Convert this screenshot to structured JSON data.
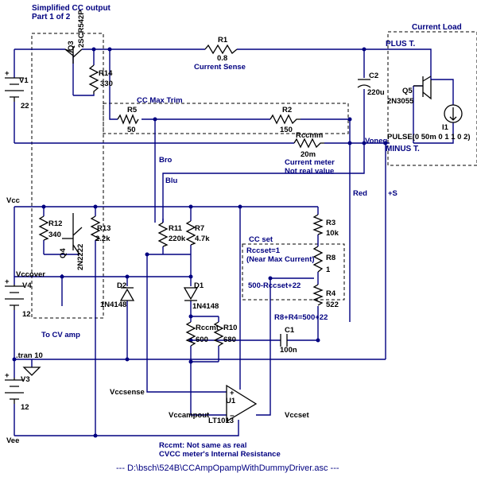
{
  "title": {
    "line1": "Simplified CC output",
    "line2": "Part 1 of 2"
  },
  "current_load": "Current Load",
  "plus_t": "PLUS T.",
  "minus_t": "MINUS T.",
  "voneg": "Voneg",
  "components": {
    "r1": {
      "name": "R1",
      "value": "0.8",
      "desc": "Current Sense"
    },
    "r14": {
      "name": "R14",
      "value": "330"
    },
    "q3": {
      "name": "Q3",
      "part": "2SCR542P"
    },
    "v1": {
      "name": "V1",
      "value": "22"
    },
    "cc_max_trim": "CC Max Trim",
    "r5": {
      "name": "R5",
      "value": "50"
    },
    "r2": {
      "name": "R2",
      "value": "150"
    },
    "c2": {
      "name": "C2",
      "value": "220u"
    },
    "q5": {
      "name": "Q5",
      "part": "2N3055"
    },
    "i1": {
      "name": "I1",
      "value": "PULSE(0 50m 0 1 1 0 2)"
    },
    "rccmm": {
      "name": "Rccmm",
      "value": "20m",
      "note1": "Current meter",
      "note2": "Not real value"
    },
    "r12": {
      "name": "R12",
      "value": "340"
    },
    "r13": {
      "name": "R13",
      "value": "2.2k"
    },
    "q4": {
      "name": "Q4",
      "part": "2N2222"
    },
    "r11": {
      "name": "R11",
      "value": "220k"
    },
    "r7": {
      "name": "R7",
      "value": "4.7k"
    },
    "r3": {
      "name": "R3",
      "value": "10k"
    },
    "cc_set": "CC set",
    "rccset_note1": "Rccset=1",
    "rccset_note2": "(Near Max Current)",
    "r8": {
      "name": "R8",
      "value": "1"
    },
    "r4": {
      "name": "R4",
      "value": "522"
    },
    "r8r4_formula": "500-Rccset+22",
    "r8r4_sum": "R8+R4=500+22",
    "d2": {
      "name": "D2",
      "part": "1N4148"
    },
    "d1": {
      "name": "D1",
      "part": "1N4148"
    },
    "rccmt": {
      "name": "Rccmt",
      "value": "600"
    },
    "r10": {
      "name": "R10",
      "value": "680"
    },
    "c1": {
      "name": "C1",
      "value": "100n"
    },
    "v4": {
      "name": "V4",
      "value": "12"
    },
    "v3": {
      "name": "V3",
      "value": "12"
    },
    "u1": {
      "name": "U1",
      "part": "LT1013"
    }
  },
  "nets": {
    "vcc": "Vcc",
    "vee": "Vee",
    "vccover": "Vccover",
    "to_cv_amp": "To CV amp",
    "bro": "Bro",
    "blu": "Blu",
    "red": "Red",
    "plus_s": "+S",
    "vccsense": "Vccsense",
    "vccampout": "Vccampout",
    "vccset": "Vccset"
  },
  "directive": ".tran 10",
  "note_rccmt1": "Rccmt: Not same as real",
  "note_rccmt2": "CVCC meter's Internal Resistance",
  "footer": "---  D:\\bsch\\524B\\CCAmpOpampWithDummyDriver.asc  ---"
}
